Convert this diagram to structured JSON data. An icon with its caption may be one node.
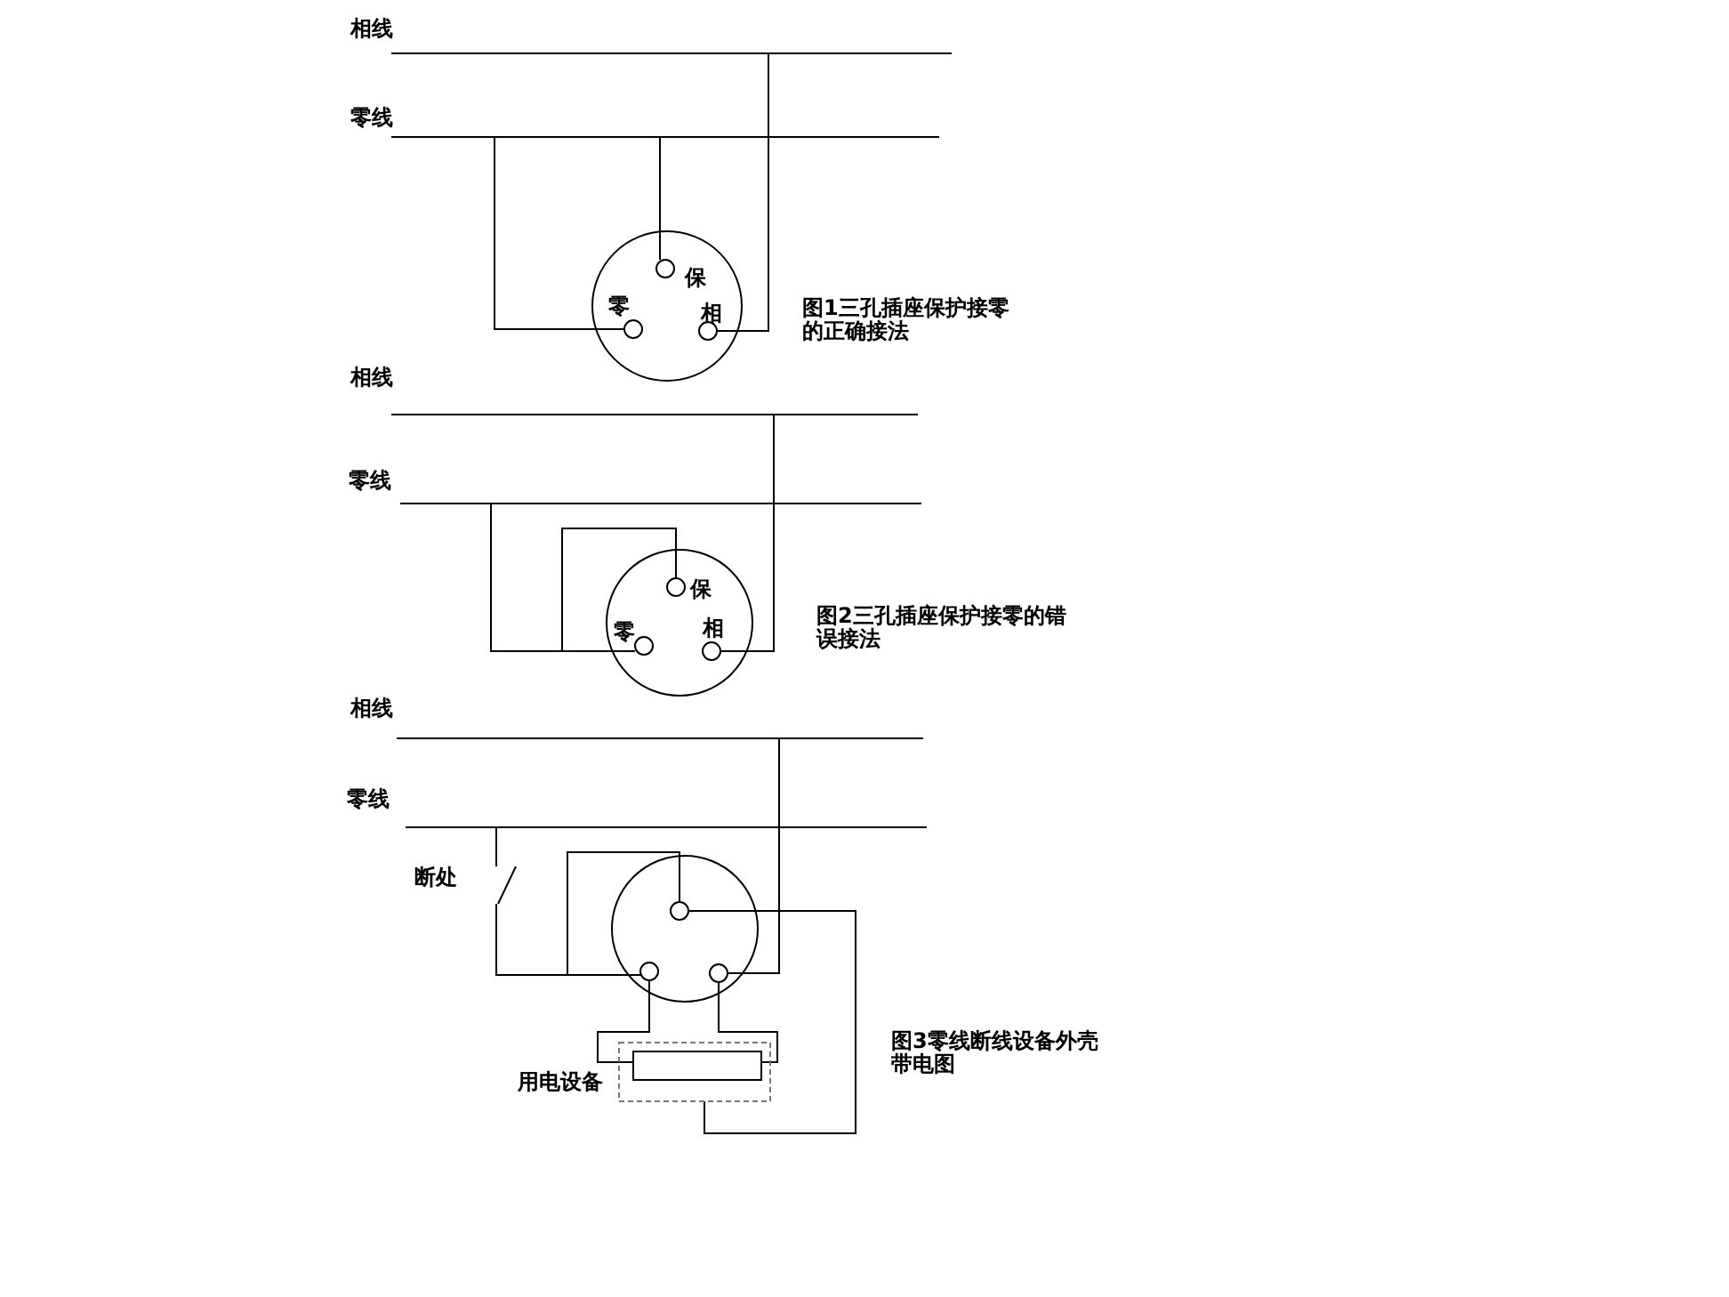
{
  "diagram": {
    "labels": [
      "相线",
      "零线",
      "保",
      "零",
      "相",
      "图1三孔插座保护接零的正确接法",
      "相线",
      "零线",
      "保",
      "零",
      "相",
      "图2三孔插座保护接零的错误接法",
      "相线",
      "零线",
      "断处",
      "图3零线断线设备外壳带电图",
      "用电设备"
    ]
  }
}
